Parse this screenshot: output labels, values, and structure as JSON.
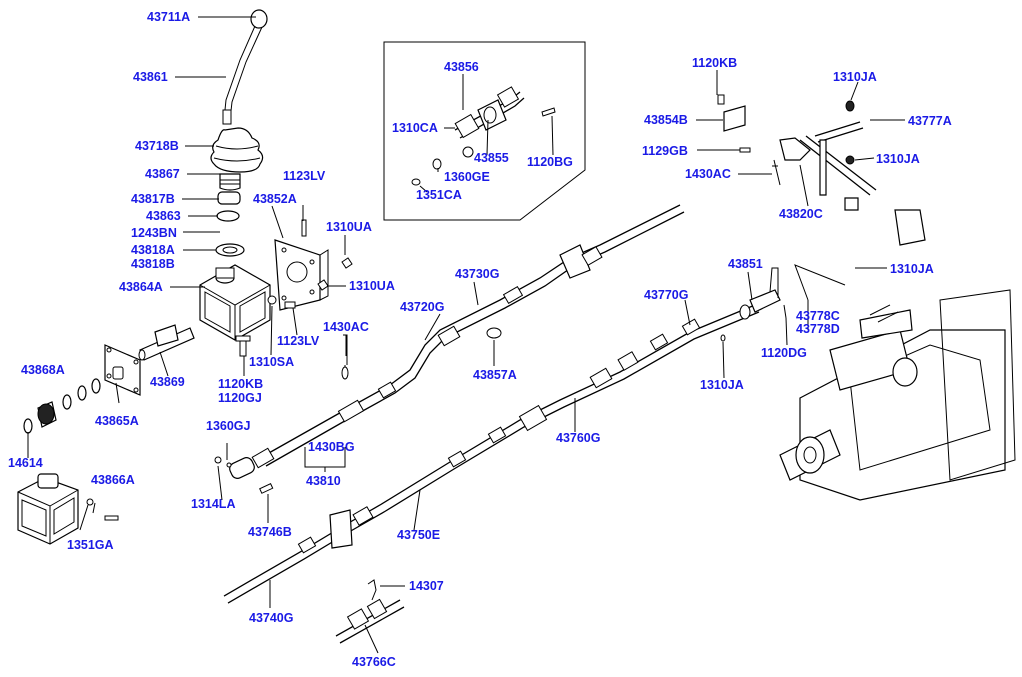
{
  "labels": {
    "p43711A": "43711A",
    "p43861": "43861",
    "p43718B": "43718B",
    "p43867": "43867",
    "p43817B": "43817B",
    "p43863": "43863",
    "p1243BN": "1243BN",
    "p43818A": "43818A",
    "p43818B": "43818B",
    "p43864A": "43864A",
    "p43869": "43869",
    "p43868A": "43868A",
    "p43865A": "43865A",
    "p14614": "14614",
    "p43866A": "43866A",
    "p1351GA": "1351GA",
    "p43852A": "43852A",
    "p1123LV_top": "1123LV",
    "p1310UA_top": "1310UA",
    "p1310UA_mid": "1310UA",
    "p1123LV_mid": "1123LV",
    "p1310SA": "1310SA",
    "p1120KB": "1120KB",
    "p1120GJ": "1120GJ",
    "p1430AC_mid": "1430AC",
    "p43720G": "43720G",
    "p43730G": "43730G",
    "p43857A": "43857A",
    "p1360GJ": "1360GJ",
    "p1314LA": "1314LA",
    "p43746B": "43746B",
    "p1430BG": "1430BG",
    "p43810": "43810",
    "p43750E": "43750E",
    "p43760G": "43760G",
    "p43770G": "43770G",
    "p43740G": "43740G",
    "p14307": "14307",
    "p43766C": "43766C",
    "p43856": "43856",
    "p1310CA": "1310CA",
    "p43855": "43855",
    "p1360GE": "1360GE",
    "p1351CA": "1351CA",
    "p1120BG": "1120BG",
    "p1120KB_top": "1120KB",
    "p43854B": "43854B",
    "p1129GB": "1129GB",
    "p1430AC_right": "1430AC",
    "p1310JA_top": "1310JA",
    "p43777A": "43777A",
    "p1310JA_mid": "1310JA",
    "p43820C": "43820C",
    "p43851": "43851",
    "p1310JA_right": "1310JA",
    "p43778C": "43778C",
    "p43778D": "43778D",
    "p1120DG": "1120DG",
    "p1310JA_bot": "1310JA"
  },
  "colors": {
    "label": "#1a1ae6",
    "line": "#000000",
    "background": "#ffffff"
  }
}
